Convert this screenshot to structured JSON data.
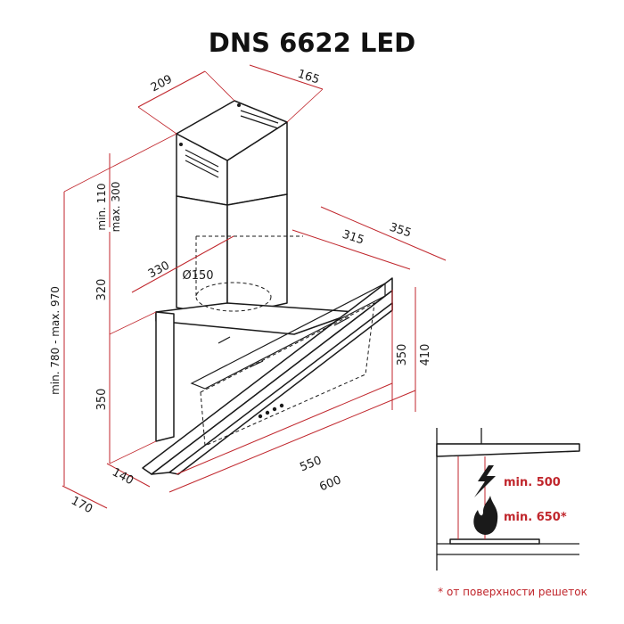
{
  "title": "DNS 6622 LED",
  "dimensions": {
    "chimney_depth": "209",
    "chimney_width": "165",
    "chimney_min": "min. 110",
    "chimney_max": "max. 300",
    "total_height": "min. 780 - max. 970",
    "body_height_upper": "320",
    "body_height_lower": "350",
    "duct_diameter": "Ø150",
    "body_depth": "330",
    "depth_inner": "315",
    "depth_outer": "355",
    "panel_height": "350",
    "panel_height_total": "410",
    "base_depth": "140",
    "base_depth_total": "170",
    "width_inner": "550",
    "width_outer": "600"
  },
  "installation": {
    "electric_label": "min. 500",
    "gas_label": "min. 650*",
    "footnote": "* от поверхности решеток"
  },
  "icons": [
    "lightning-icon",
    "flame-icon"
  ]
}
